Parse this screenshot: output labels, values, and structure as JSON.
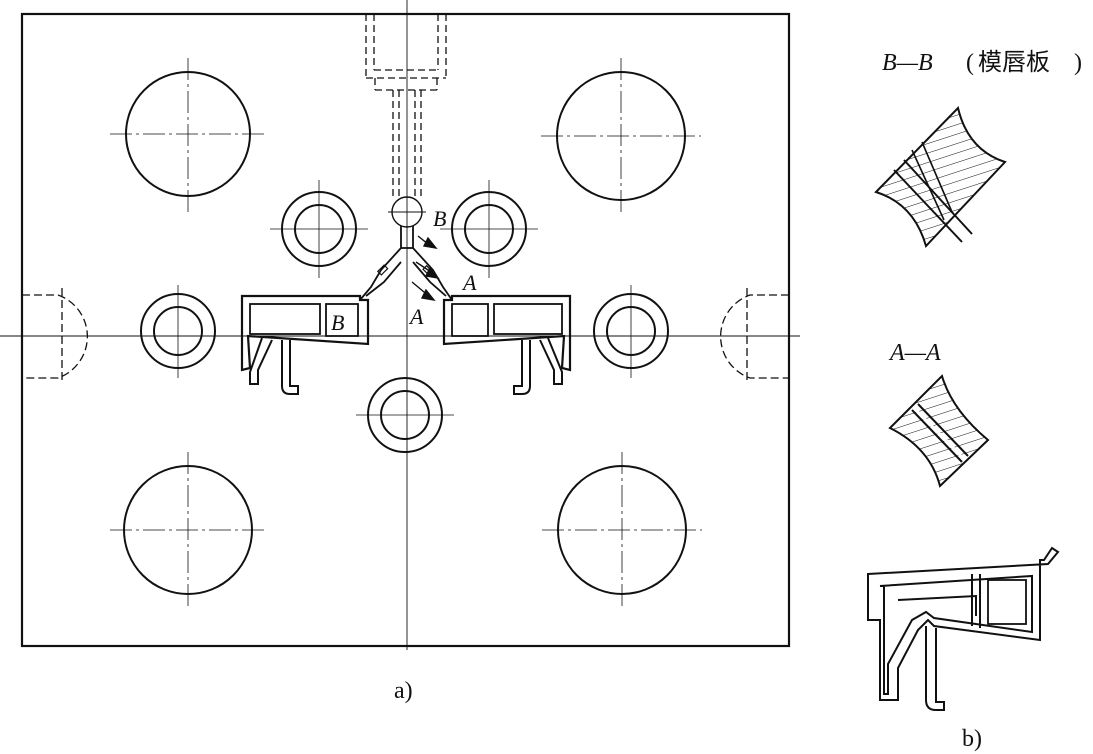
{
  "labels": {
    "section_b": "B",
    "section_a": "A",
    "b_box": "B",
    "bb_title": "B—B",
    "bb_paren_open": "(",
    "bb_cn": "模唇板",
    "bb_paren_close": ")",
    "aa_title": "A—A",
    "caption_a": "a)",
    "caption_b": "b)"
  },
  "colors": {
    "ink": "#111111",
    "paper": "#ffffff"
  }
}
